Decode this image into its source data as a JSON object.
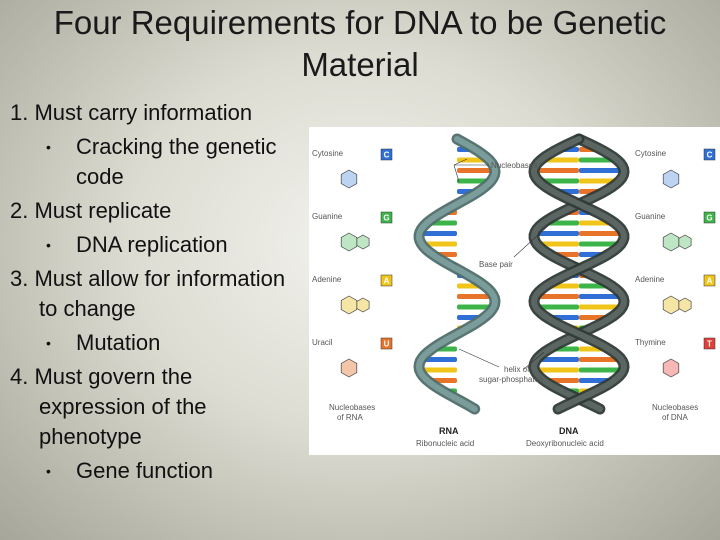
{
  "slide": {
    "title_line1": "Four Requirements for DNA to be Genetic",
    "title_line2": "Material"
  },
  "requirements": [
    {
      "label": "1. Must carry information",
      "sub": "Cracking the genetic code"
    },
    {
      "label": "2. Must replicate",
      "sub": "DNA replication"
    },
    {
      "label": "3. Must allow for information to change",
      "sub": "Mutation"
    },
    {
      "label": "4. Must govern the expression of the phenotype",
      "sub": "Gene function"
    }
  ],
  "figure": {
    "left_bases": [
      {
        "name": "Cytosine",
        "letter": "C",
        "color": "#2f6fd6"
      },
      {
        "name": "Guanine",
        "letter": "G",
        "color": "#3cb44a"
      },
      {
        "name": "Adenine",
        "letter": "A",
        "color": "#f0c419"
      },
      {
        "name": "Uracil",
        "letter": "U",
        "color": "#e8742a"
      }
    ],
    "right_bases": [
      {
        "name": "Cytosine",
        "letter": "C",
        "color": "#2f6fd6"
      },
      {
        "name": "Guanine",
        "letter": "G",
        "color": "#3cb44a"
      },
      {
        "name": "Adenine",
        "letter": "A",
        "color": "#f0c419"
      },
      {
        "name": "Thymine",
        "letter": "T",
        "color": "#e0403a"
      }
    ],
    "callouts": {
      "nucleobases": "Nucleobases",
      "base_pair": "Base pair",
      "helix_line1": "helix of",
      "helix_line2": "sugar-phosphates"
    },
    "captions": {
      "left_line1": "Nucleobases",
      "left_line2": "of RNA",
      "right_line1": "Nucleobases",
      "right_line2": "of DNA",
      "rna_title": "RNA",
      "rna_sub": "Ribonucleic acid",
      "dna_title": "DNA",
      "dna_sub": "Deoxyribonucleic acid"
    }
  }
}
